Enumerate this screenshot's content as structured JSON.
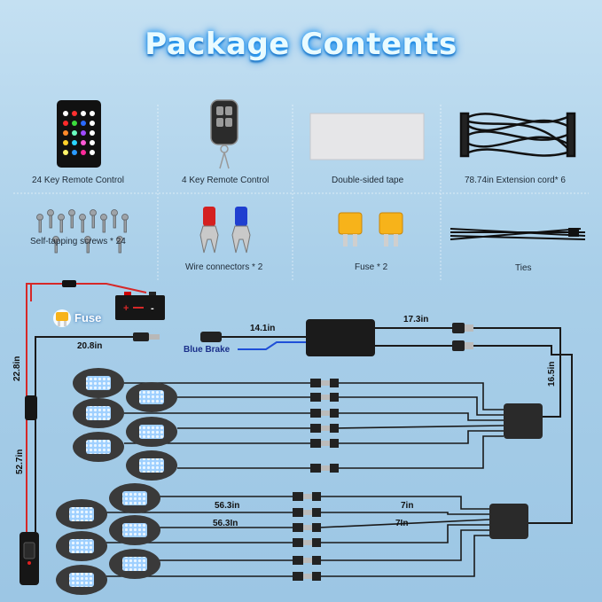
{
  "title": "Package Contents",
  "items": [
    {
      "label": "24 Key Remote Control"
    },
    {
      "label": "4 Key Remote Control"
    },
    {
      "label": "Double-sided tape"
    },
    {
      "label": "78.74in Extension cord* 6"
    },
    {
      "label": "Self-tapping screws * 24"
    },
    {
      "label": "Wire connectors * 2"
    },
    {
      "label": "Fuse * 2"
    },
    {
      "label": "Ties"
    }
  ],
  "wiring": {
    "fuse_label": "Fuse",
    "blue_brake": "Blue Brake",
    "d_14_1": "14.1in",
    "d_17_3": "17.3in",
    "d_20_8": "20.8in",
    "d_22_8": "22.8in",
    "d_16_5": "16.5in",
    "d_52_7": "52.7in",
    "d_56_3a": "56.3in",
    "d_56_3b": "56.3In",
    "d_7a": "7in",
    "d_7b": "7In"
  },
  "colors": {
    "title_glow": "#29a6ff",
    "wire_red": "#d62828",
    "wire_blue": "#1f4fd8",
    "wire_black": "#1a1a1a",
    "pod_color": "#3a3a3a",
    "led_color": "#9fd0ff"
  }
}
